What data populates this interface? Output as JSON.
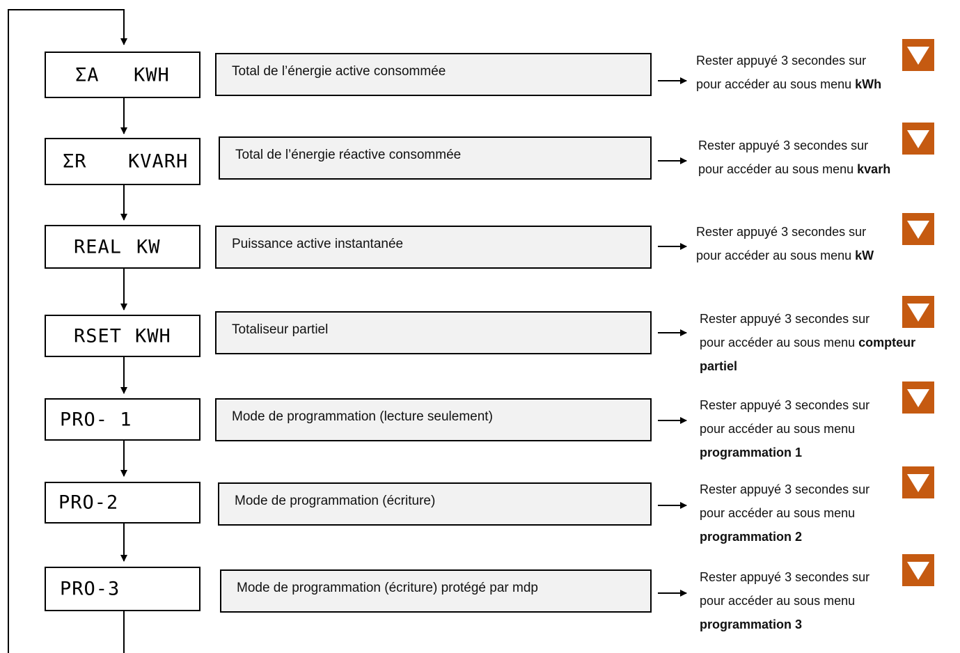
{
  "colors": {
    "button": "#c55a11",
    "desc_bg": "#f2f2f2",
    "line": "#000000"
  },
  "button_icon": "down-triangle-icon",
  "steps": [
    {
      "display": [
        "ΣA",
        "KWH"
      ],
      "description": "Total de l’énergie active consommée",
      "note": {
        "prefix": "Rester appuyé 3 secondes sur",
        "line2": "pour accéder au sous menu",
        "bold": "kWh",
        "bold_tail": ""
      }
    },
    {
      "display": [
        "ΣR",
        "KVARH"
      ],
      "description": "Total de l’énergie réactive consommée",
      "note": {
        "prefix": "Rester appuyé 3 secondes sur",
        "line2": "pour accéder au sous menu",
        "bold": "kvarh",
        "bold_tail": ""
      }
    },
    {
      "display": [
        "REAL",
        "KW"
      ],
      "description": "Puissance active instantanée",
      "note": {
        "prefix": "Rester appuyé 3 secondes sur",
        "line2": "pour accéder au sous menu",
        "bold": "kW",
        "bold_tail": ""
      }
    },
    {
      "display": [
        "RSET",
        "KWH"
      ],
      "description": "Totaliseur partiel",
      "note": {
        "prefix": "Rester appuyé 3 secondes sur",
        "line2": "pour accéder au sous menu",
        "bold": "compteur",
        "bold_tail": "partiel"
      }
    },
    {
      "display": [
        "PRO- 1",
        ""
      ],
      "description": "Mode de programmation (lecture seulement)",
      "note": {
        "prefix": "Rester appuyé 3 secondes sur",
        "line2": "pour accéder au sous menu",
        "bold": "",
        "bold_tail": "programmation 1"
      }
    },
    {
      "display": [
        "PRO-2",
        ""
      ],
      "description": "Mode de programmation (écriture)",
      "note": {
        "prefix": "Rester appuyé 3 secondes sur",
        "line2": "pour accéder au sous menu",
        "bold": "",
        "bold_tail": "programmation 2"
      }
    },
    {
      "display": [
        "PRO-3",
        ""
      ],
      "description": "Mode de programmation (écriture) protégé par mdp",
      "note": {
        "prefix": "Rester appuyé 3 secondes sur",
        "line2": "pour accéder au sous menu",
        "bold": "",
        "bold_tail": "programmation 3"
      }
    }
  ]
}
